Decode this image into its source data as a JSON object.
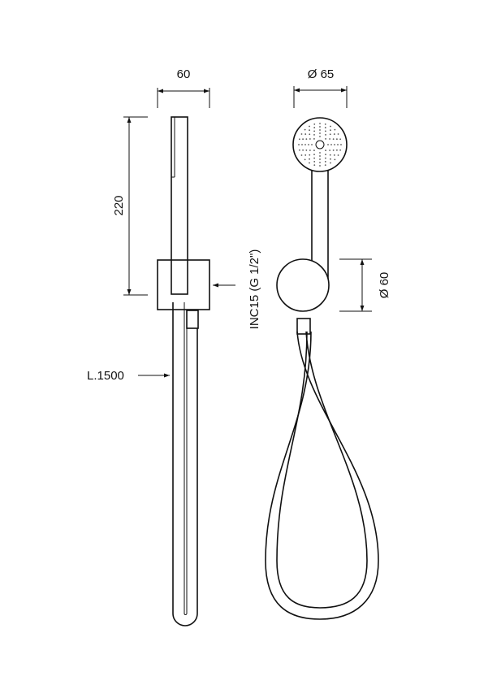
{
  "dimensions": {
    "side_width": "60",
    "head_diameter": "Ø 65",
    "handle_height": "220",
    "holder_diameter": "Ø 60",
    "connection": "INC15 (G 1/2\")",
    "hose_length": "L.1500"
  },
  "colors": {
    "line": "#111111",
    "background": "#ffffff"
  }
}
